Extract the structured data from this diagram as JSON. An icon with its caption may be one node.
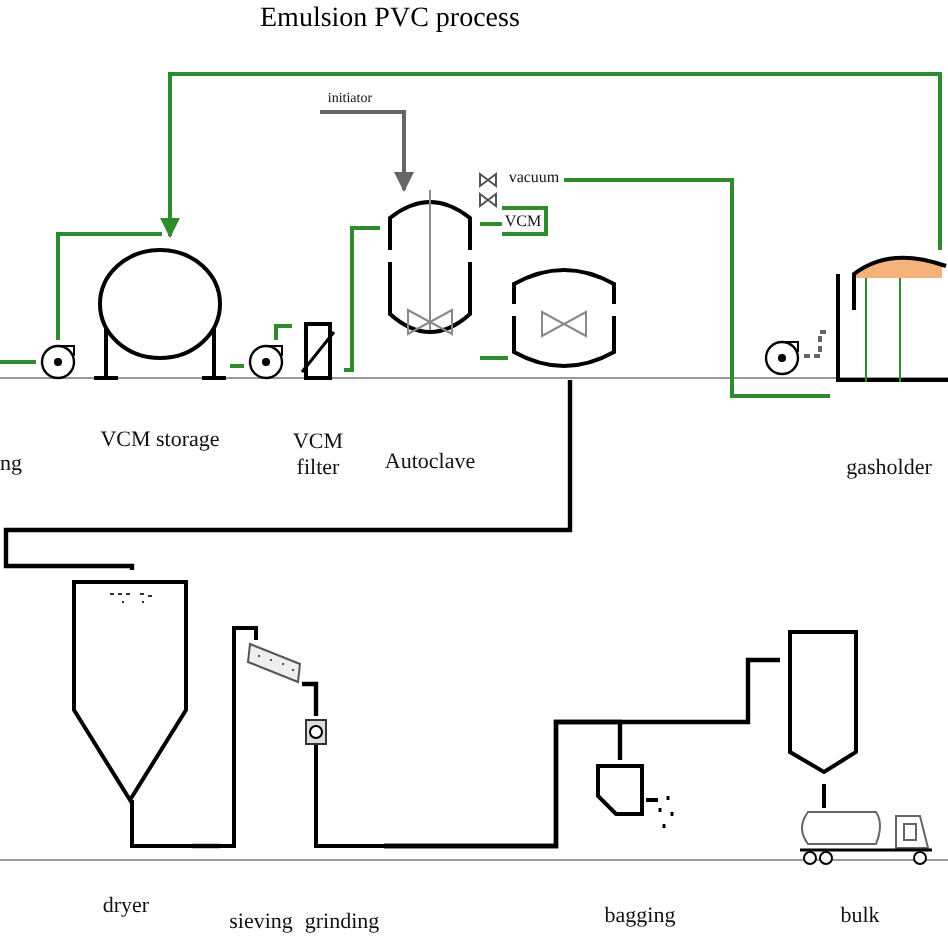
{
  "diagram": {
    "title": "Emulsion PVC process",
    "nodes": [
      {
        "text": [],
        "shape": "circle"
      },
      {
        "text": [
          "VCM storage"
        ]
      },
      {
        "text": [],
        "shape": "circle"
      },
      {
        "text": [
          "VCM filter"
        ]
      },
      {
        "text": [
          "Autoclave"
        ]
      },
      {
        "text": [],
        "shape": "cylinder"
      },
      {
        "text": [],
        "shape": "circle"
      },
      {
        "text": [
          "gasholder"
        ]
      },
      {
        "text": [
          "initiator"
        ]
      },
      {
        "text": [
          "vacuum"
        ]
      },
      {
        "text": [
          "VCM"
        ]
      },
      {
        "text": [
          "dryer"
        ]
      },
      {
        "text": [
          "sieving"
        ]
      },
      {
        "text": [
          "grinding"
        ]
      },
      {
        "text": [
          "bagging"
        ]
      },
      {
        "text": [
          "bulk"
        ]
      }
    ],
    "edges": [
      {
        "from": null,
        "to": 0,
        "arrow": "none"
      },
      {
        "from": 0,
        "to": 1,
        "arrow": "none"
      },
      {
        "from": 1,
        "to": 2,
        "arrow": "none"
      },
      {
        "from": 2,
        "to": 3,
        "arrow": "none"
      },
      {
        "from": 3,
        "to": 4,
        "arrow": "none"
      },
      {
        "from": 4,
        "to": 5,
        "arrow": "none"
      },
      {
        "from": 10,
        "to": 4,
        "arrow": "none"
      },
      {
        "from": 8,
        "to": 4,
        "arrow": "to",
        "color": "#666666"
      },
      {
        "from": 9,
        "to": 7,
        "arrow": "none"
      },
      {
        "from": 7,
        "to": 1,
        "arrow": "to"
      },
      {
        "from": 6,
        "to": 7,
        "arrow": "none",
        "style": "dashed",
        "color": "#666666"
      },
      {
        "from": 5,
        "to": 11,
        "arrow": "none",
        "color": "#000000"
      },
      {
        "from": 11,
        "to": 12,
        "arrow": "none",
        "color": "#000000"
      },
      {
        "from": 12,
        "to": 13,
        "arrow": "none",
        "color": "#000000"
      },
      {
        "from": 13,
        "to": 14,
        "arrow": "none",
        "color": "#000000"
      },
      {
        "from": 13,
        "to": 15,
        "arrow": "none",
        "color": "#000000"
      }
    ],
    "labels": [
      "ng"
    ]
  }
}
